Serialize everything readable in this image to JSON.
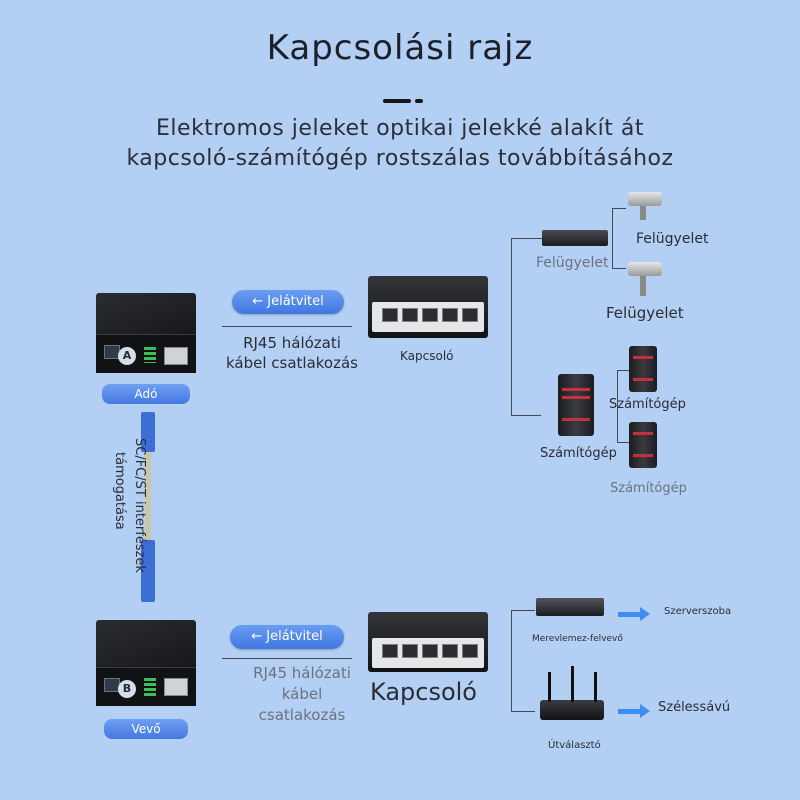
{
  "title": "Kapcsolási rajz",
  "subtitle": {
    "line1": "Elektromos jeleket optikai jelekké alakít át",
    "line2": "kapcsoló-számítógép rostszálas továbbításához"
  },
  "top": {
    "converter_badge": "Adó",
    "converter_letter": "A",
    "signal_pill": "← Jelátvitel",
    "cable_label_1": "RJ45 hálózati",
    "cable_label_2": "kábel csatlakozás",
    "switch_label": "Kapcsoló",
    "nvr_label": "Felügyelet",
    "camera1_label": "Felügyelet",
    "camera2_label": "Felügyelet",
    "pc_main_label": "Számítógép",
    "pc1_label": "Számítógép",
    "pc2_label": "Számítógép"
  },
  "fiber": {
    "label_1": "SC/FC/ST interfészek",
    "label_2": "támogatása"
  },
  "bottom": {
    "converter_badge": "Vevő",
    "converter_letter": "B",
    "signal_pill": "← Jelátvitel",
    "cable_label_1": "RJ45 hálózati",
    "cable_label_2": "kábel",
    "cable_label_3": "csatlakozás",
    "switch_label": "Kapcsoló",
    "nvr_label": "Merevlemez-felvevő",
    "nvr_target": "Szerverszoba",
    "router_label": "Útválasztó",
    "router_target": "Szélessávú"
  }
}
